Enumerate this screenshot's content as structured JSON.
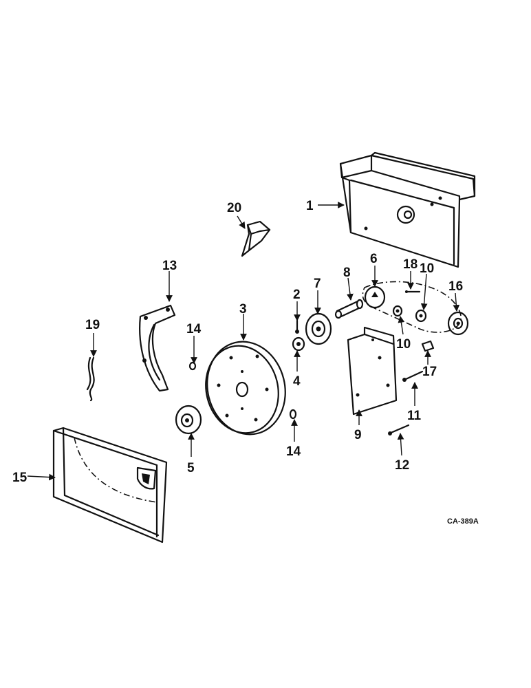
{
  "diagram": {
    "drawing_code": "CA-389A",
    "callouts": {
      "c1": "1",
      "c2": "2",
      "c3": "3",
      "c4": "4",
      "c5": "5",
      "c6": "6",
      "c7": "7",
      "c8": "8",
      "c9": "9",
      "c10a": "10",
      "c10b": "10",
      "c11": "11",
      "c12": "12",
      "c13": "13",
      "c14a": "14",
      "c14b": "14",
      "c15": "15",
      "c16": "16",
      "c17": "17",
      "c18": "18",
      "c19": "19",
      "c20": "20"
    }
  }
}
